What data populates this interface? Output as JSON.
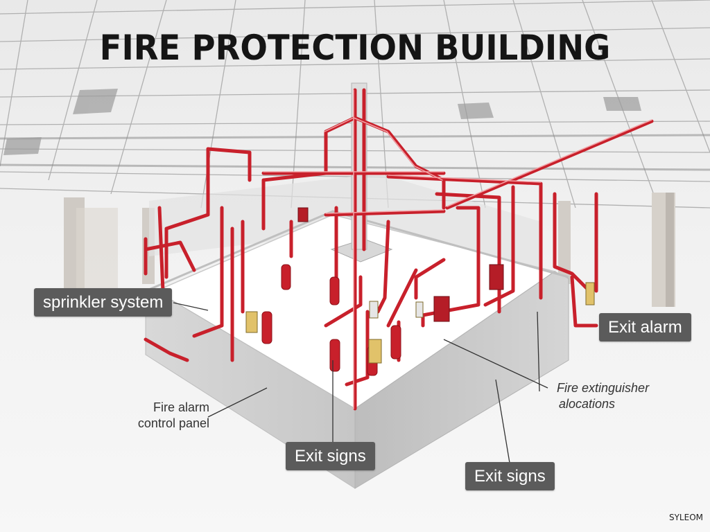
{
  "title": "FIRE PROTECTION  BUILDING",
  "labels": {
    "sprinkler_system": "sprinkler system",
    "exit_alarm": "Exit alarm",
    "fire_alarm_panel_line1": "Fire alarm",
    "fire_alarm_panel_line2": "control panel",
    "exit_signs_center": "Exit signs",
    "exit_signs_right": "Exit signs",
    "fire_extinguisher_line1": "Fire extinguisher",
    "fire_extinguisher_line2": "alocations"
  },
  "brand": "SYLEOM",
  "colors": {
    "pipe_red": "#c8202b",
    "pipe_highlight": "#f3a2a6",
    "tag_bg": "#5b5b5b",
    "floor": "#ffffff",
    "wall": "#cdcdcd",
    "ceiling_line": "#9a9a9a"
  }
}
